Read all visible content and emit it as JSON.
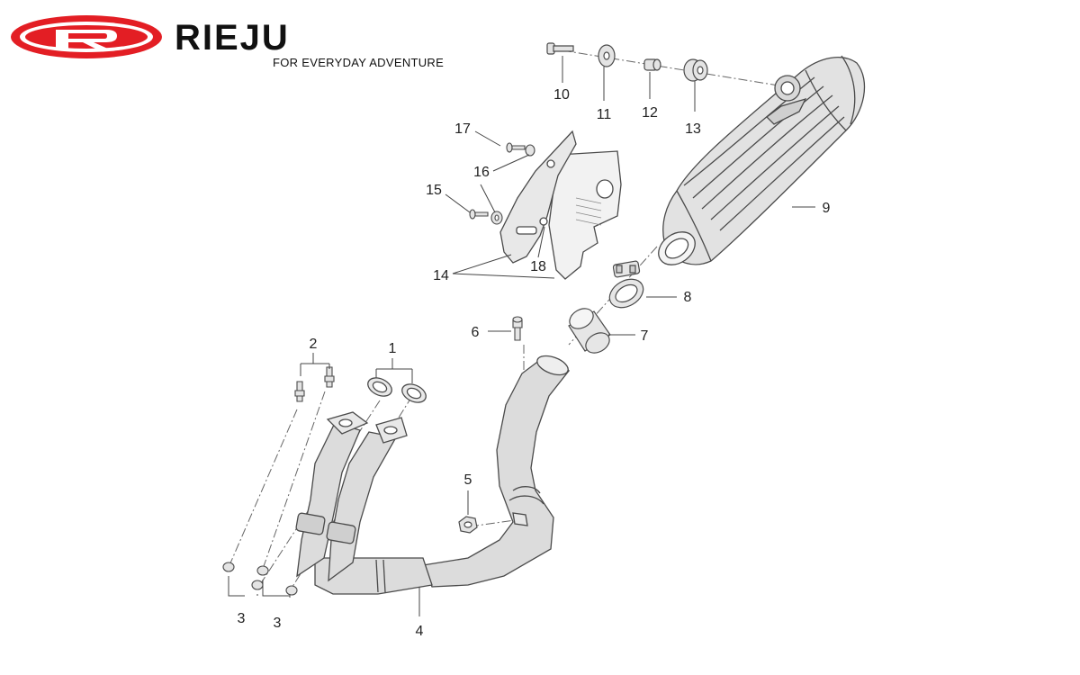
{
  "brand": {
    "wordmark": "RIEJU",
    "tagline": "FOR EVERYDAY ADVENTURE",
    "logo_red": "#e31e24",
    "ink": "#111111"
  },
  "diagram": {
    "line_color": "#555555",
    "fill_color": "#d9d9d9",
    "callouts": {
      "p1": "1",
      "p2": "2",
      "p3a": "3",
      "p3b": "3",
      "p4": "4",
      "p5": "5",
      "p6": "6",
      "p7": "7",
      "p8": "8",
      "p9": "9",
      "p10": "10",
      "p11": "11",
      "p12": "12",
      "p13": "13",
      "p14": "14",
      "p15": "15",
      "p16": "16",
      "p17": "17",
      "p18": "18"
    }
  }
}
